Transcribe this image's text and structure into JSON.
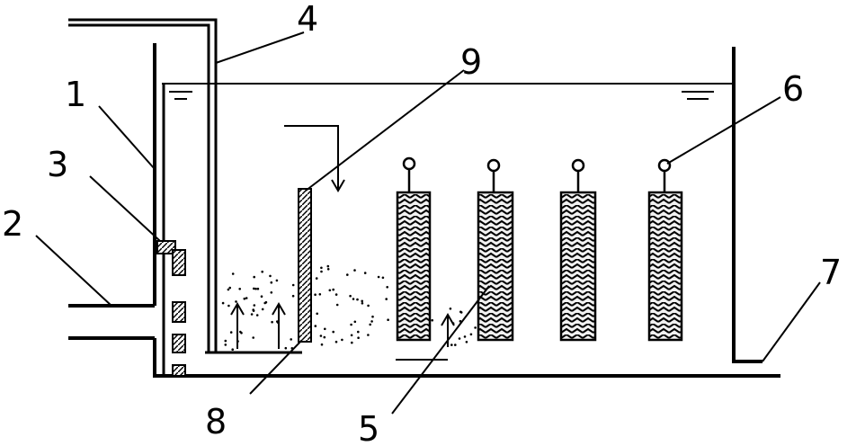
{
  "labels": {
    "l1": "1",
    "l2": "2",
    "l3": "3",
    "l4": "4",
    "l5": "5",
    "l6": "6",
    "l7": "7",
    "l8": "8",
    "l9": "9"
  },
  "colors": {
    "ink": "#000000",
    "background": "#ffffff",
    "media_fill": "#e6e6e6"
  }
}
